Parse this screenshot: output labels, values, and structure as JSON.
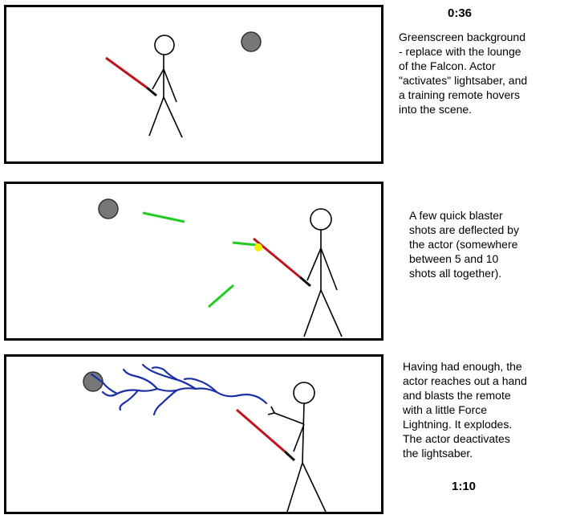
{
  "timestamps": {
    "start": "0:36",
    "end": "1:10"
  },
  "panels": [
    {
      "note": "Greenscreen background\n- replace with the lounge\nof the Falcon. Actor\n\"activates\" lightsaber, and\na training remote hovers\ninto the scene."
    },
    {
      "note": "A few quick blaster\nshots are deflected by\nthe actor (somewhere\nbetween 5 and 10\nshots all together)."
    },
    {
      "note": "Having had enough, the\nactor reaches out a hand\nand blasts the remote\nwith a little Force\nLightning. It explodes.\nThe actor deactivates\nthe lightsaber."
    }
  ],
  "colors": {
    "saber": "#c0141c",
    "blaster": "#22cc22",
    "lightning": "#1a2fa8",
    "remote": "#777777",
    "spark": "#f2f200"
  }
}
